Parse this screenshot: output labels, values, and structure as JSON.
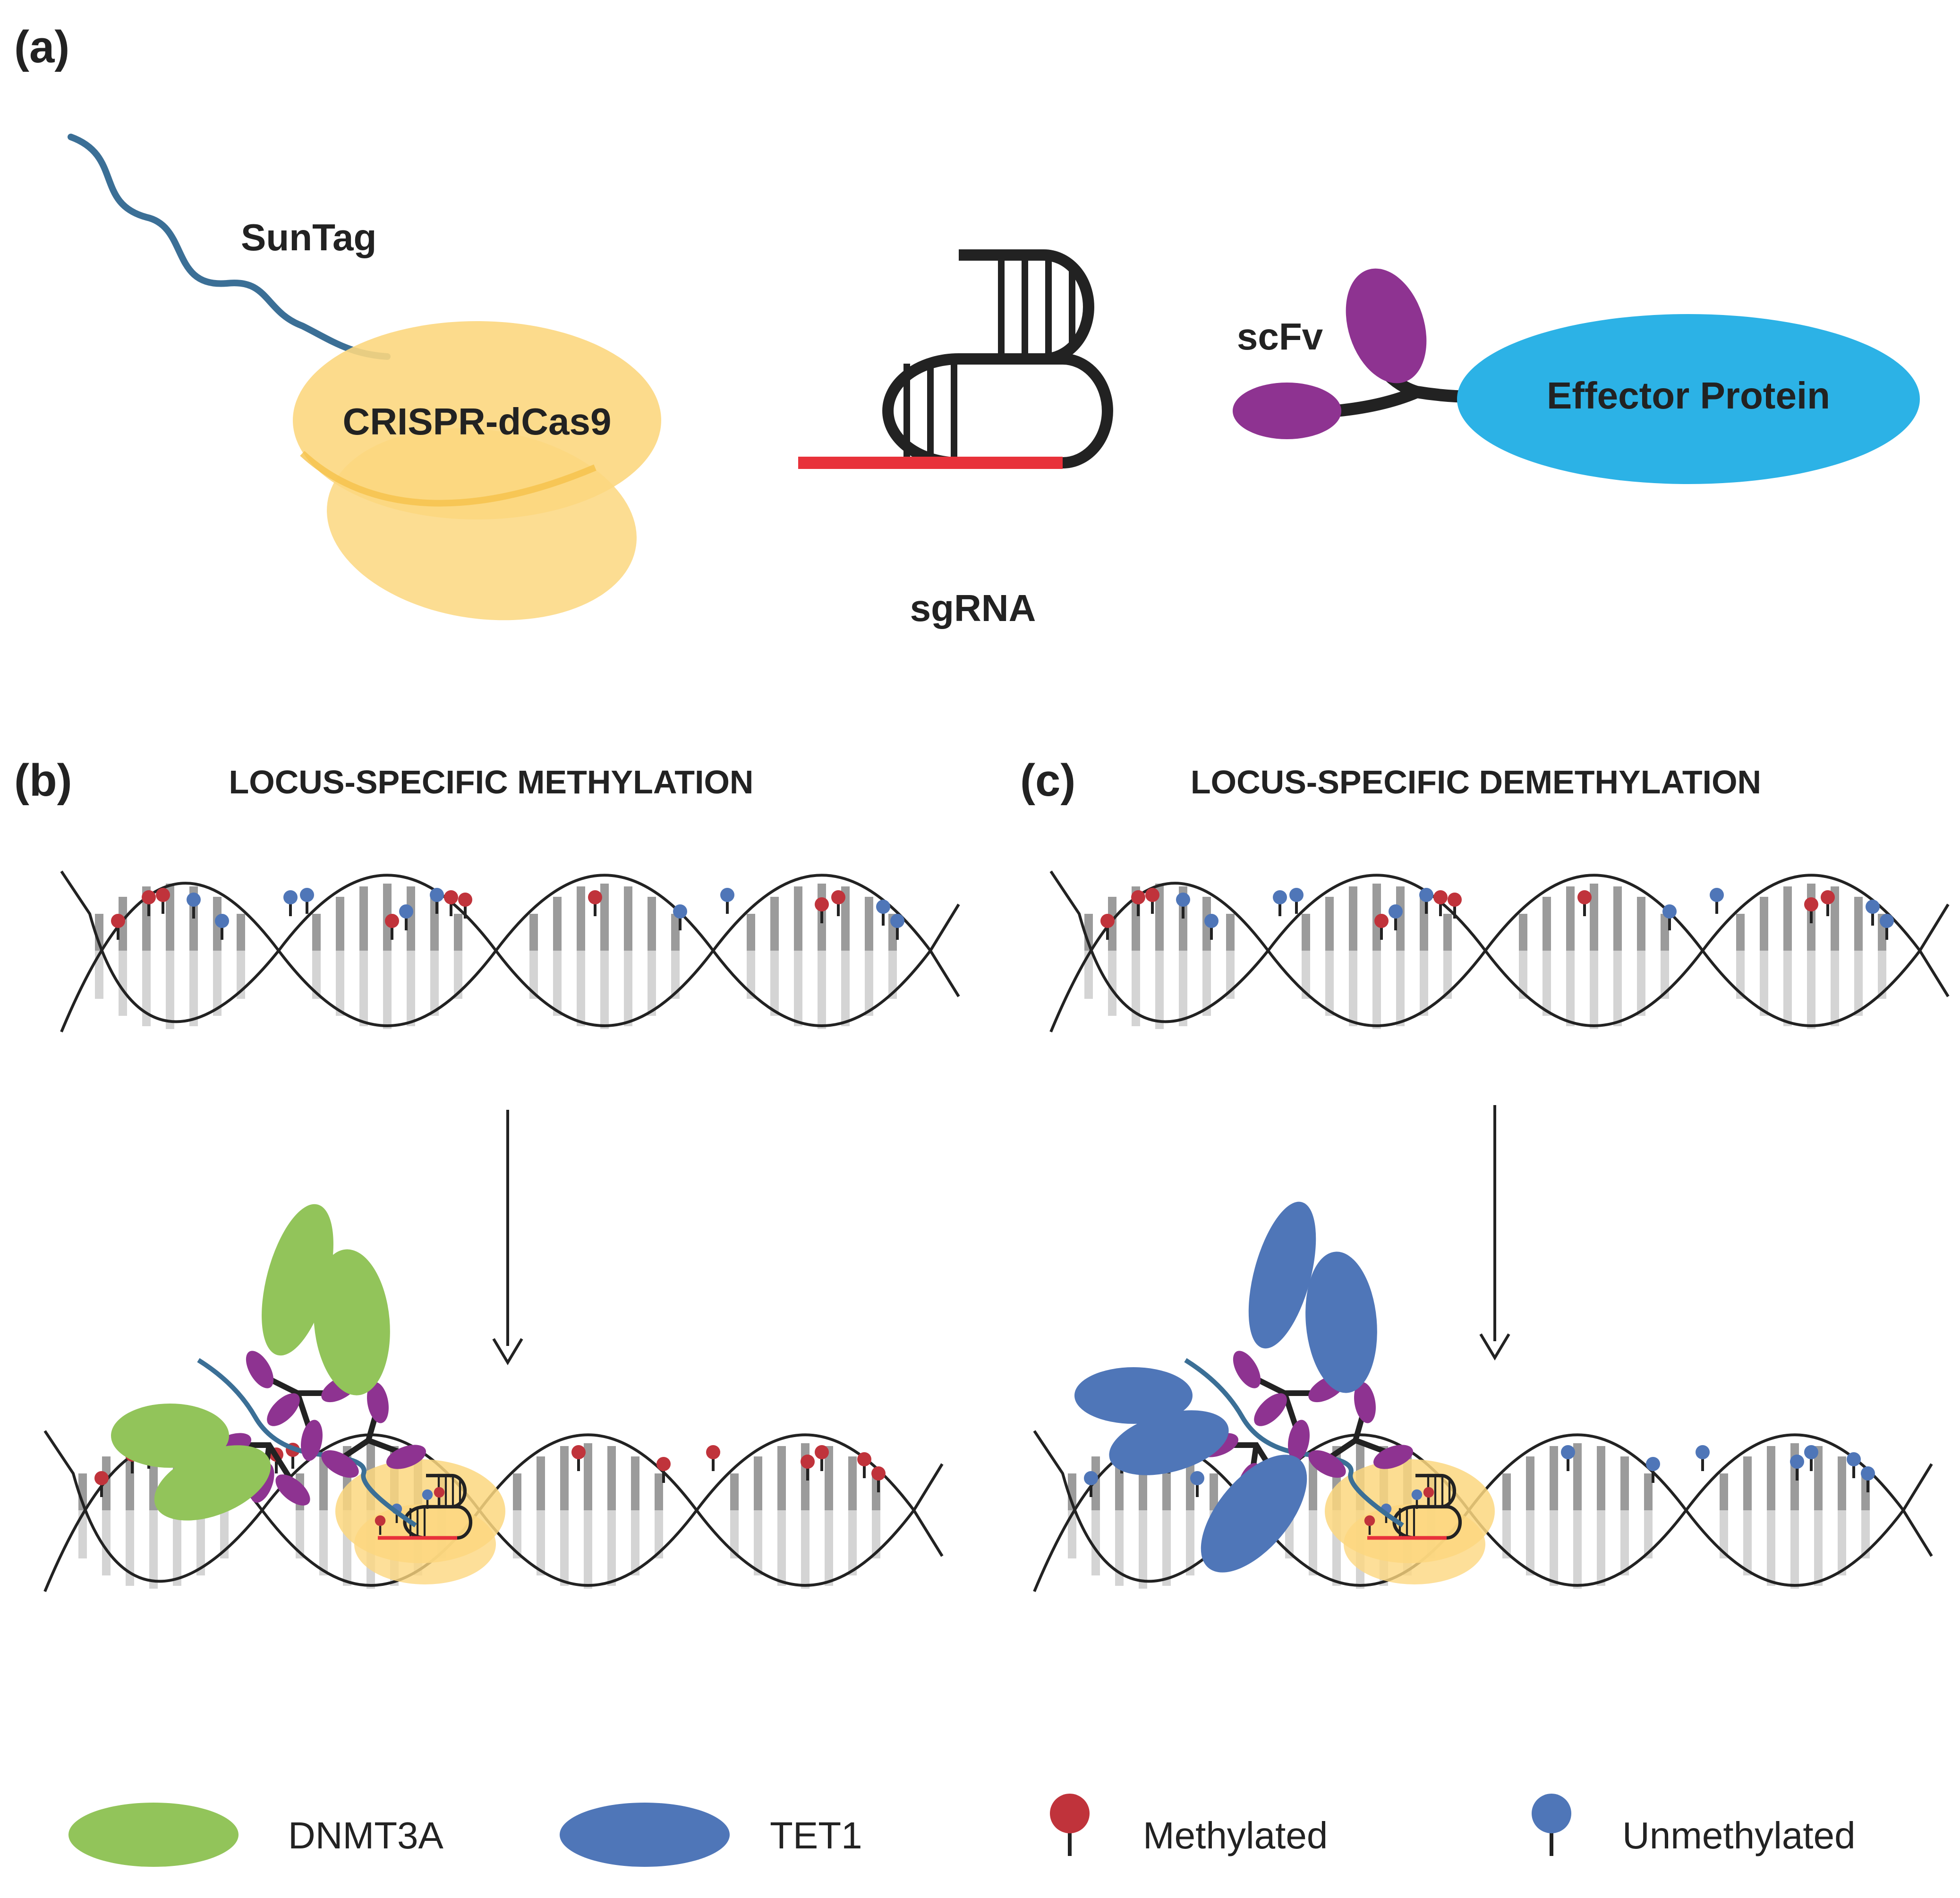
{
  "panels": {
    "a": {
      "label": "(a)"
    },
    "b": {
      "label": "(b)",
      "title": "LOCUS-SPECIFIC METHYLATION"
    },
    "c": {
      "label": "(c)",
      "title": "LOCUS-SPECIFIC DEMETHYLATION"
    }
  },
  "components": {
    "suntag": "SunTag",
    "dcas9": "CRISPR-dCas9",
    "sgrna": "sgRNA",
    "scfv": "scFv",
    "effector": "Effector Protein"
  },
  "legend": [
    {
      "label": "DNMT3A",
      "shape": "ellipse",
      "color": "#92c45a"
    },
    {
      "label": "TET1",
      "shape": "ellipse",
      "color": "#4f76b8"
    },
    {
      "label": "Methylated",
      "shape": "lollipop",
      "color": "#c0333b"
    },
    {
      "label": "Unmethylated",
      "shape": "lollipop",
      "color": "#4f76b8"
    }
  ],
  "colors": {
    "dcas9": "#fcd77f",
    "suntag": "#3b6f96",
    "sgrna_guide": "#e8313a",
    "scfv": "#8e3391",
    "effector": "#2cb2e6",
    "dnmt3a": "#92c45a",
    "tet1": "#4f76b8",
    "methylated": "#c0333b",
    "unmethylated": "#4f76b8"
  }
}
